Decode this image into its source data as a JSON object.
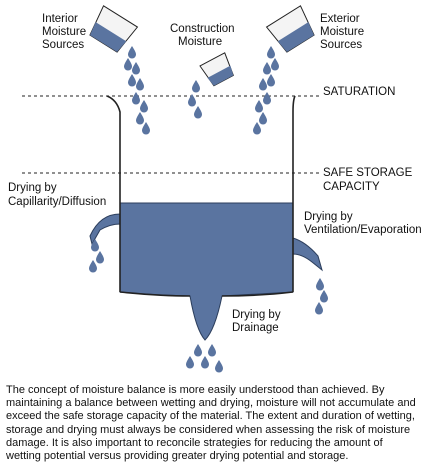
{
  "labels": {
    "interior_sources": [
      "Interior",
      "Moisture",
      "Sources"
    ],
    "construction_moisture": [
      "Construction",
      "Moisture"
    ],
    "exterior_sources": [
      "Exterior",
      "Moisture",
      "Sources"
    ],
    "saturation": "SATURATION",
    "safe_storage": [
      "SAFE STORAGE",
      "CAPACITY"
    ],
    "drying_capillarity": [
      "Drying by",
      "Capillarity/Diffusion"
    ],
    "drying_ventilation": [
      "Drying by",
      "Ventilation/Evaporation"
    ],
    "drying_drainage": [
      "Drying by",
      "Drainage"
    ]
  },
  "caption": "The concept of moisture balance is more easily understood than achieved. By maintaining a balance between wetting and drying, moisture will not accumulate and exceed the safe storage capacity of the material. The extent and duration of wetting, storage and drying must always be considered when assessing the risk of moisture damage. It is also important to reconcile strategies for reducing the amount of wetting potential versus providing greater drying potential and storage.",
  "colors": {
    "water": "#5a74a0",
    "water_stroke": "#2c3e5c",
    "outline": "#222222"
  }
}
